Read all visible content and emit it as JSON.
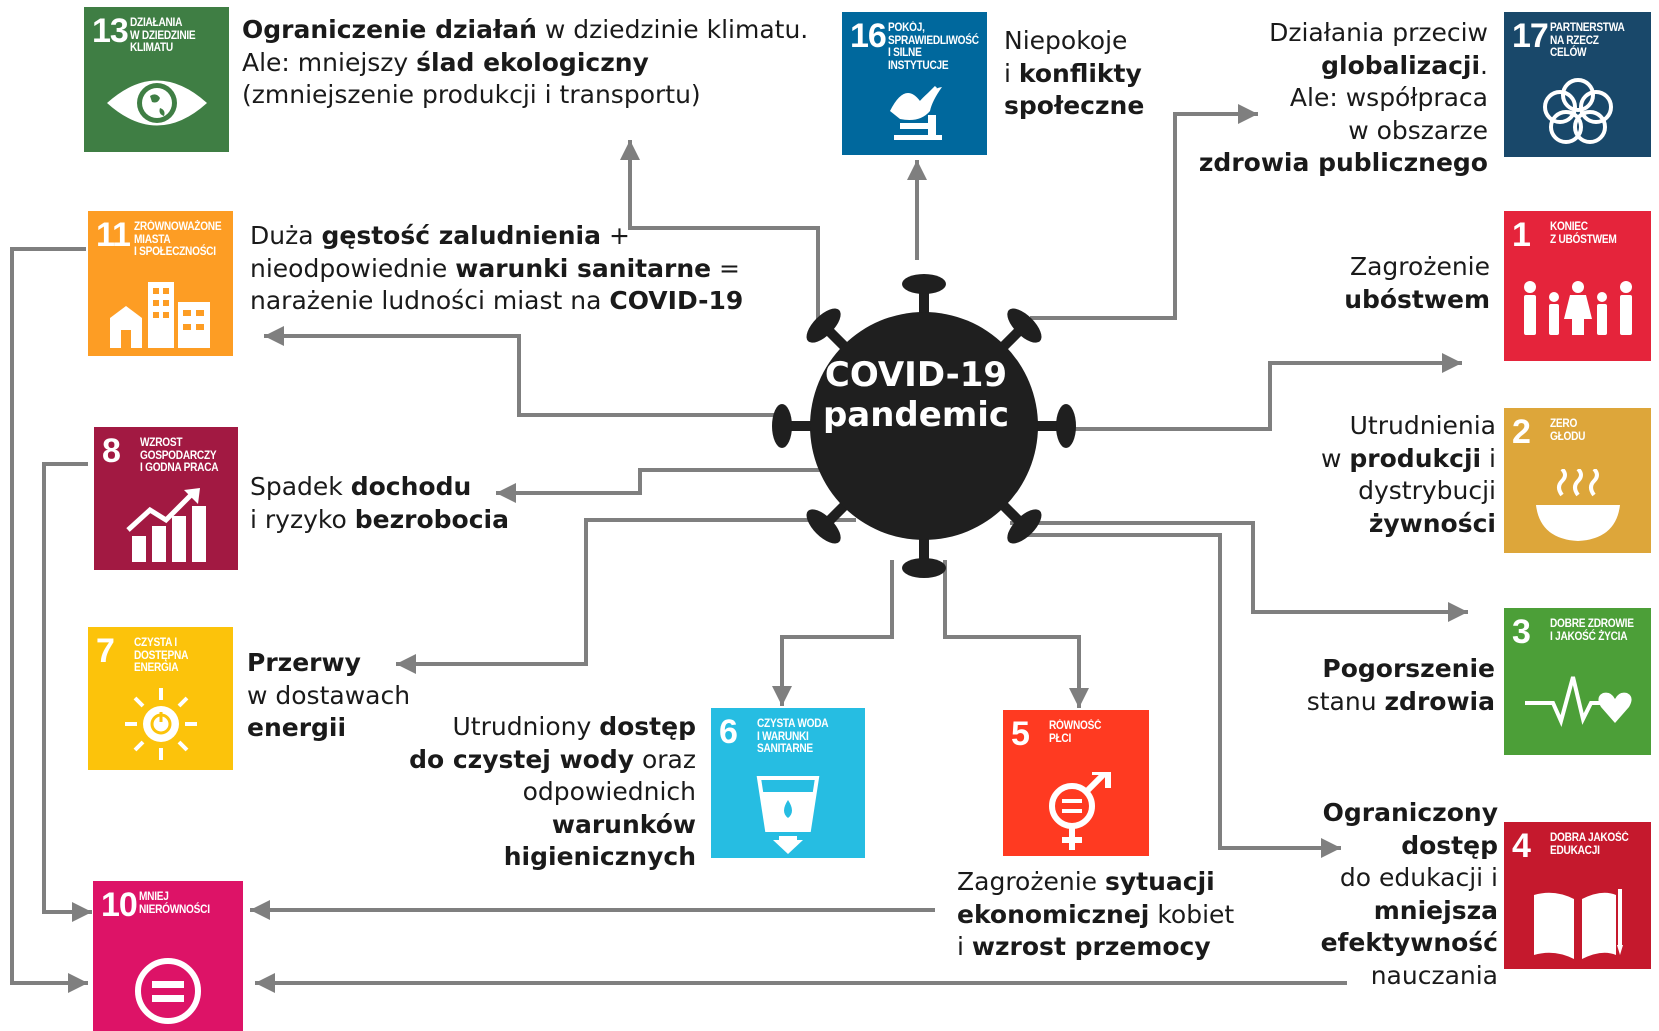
{
  "center": {
    "line1": "COVID-19",
    "line2": "pandemic"
  },
  "colors": {
    "sdg13": "#3f7e44",
    "sdg16": "#00689d",
    "sdg17": "#19486a",
    "sdg11": "#fd9d24",
    "sdg1": "#e5243b",
    "sdg8": "#a21942",
    "sdg2": "#dda63a",
    "sdg7": "#fcc30b",
    "sdg6": "#26bde2",
    "sdg5": "#ff3a21",
    "sdg3": "#4c9f38",
    "sdg10": "#dd1367",
    "sdg4": "#c5192d",
    "virus": "#1f1f1f",
    "arrow": "#7f7f7f"
  },
  "sdgs": {
    "s13": {
      "num": "13",
      "title": "DZIAŁANIA\nW DZIEDZINIE\nKLIMATU",
      "icon": "eye-earth-icon"
    },
    "s16": {
      "num": "16",
      "title": "POKÓJ,\nSPRAWIEDLIWOŚĆ\nI SILNE INSTYTUCJE",
      "icon": "dove-gavel-icon"
    },
    "s17": {
      "num": "17",
      "title": "PARTNERSTWA\nNA RZECZ CELÓW",
      "icon": "rings-icon"
    },
    "s11": {
      "num": "11",
      "title": "ZRÓWNOWAŻONE\nMIASTA\nI SPOŁECZNOŚCI",
      "icon": "city-icon"
    },
    "s1": {
      "num": "1",
      "title": "KONIEC\nZ UBÓSTWEM",
      "icon": "family-icon"
    },
    "s8": {
      "num": "8",
      "title": "WZROST\nGOSPODARCZY\nI GODNA PRACA",
      "icon": "growth-chart-icon"
    },
    "s2": {
      "num": "2",
      "title": "ZERO\nGŁODU",
      "icon": "bowl-icon"
    },
    "s7": {
      "num": "7",
      "title": "CZYSTA I DOSTĘPNA\nENERGIA",
      "icon": "sun-power-icon"
    },
    "s6": {
      "num": "6",
      "title": "CZYSTA WODA\nI WARUNKI\nSANITARNE",
      "icon": "water-glass-icon"
    },
    "s5": {
      "num": "5",
      "title": "RÓWNOŚĆ\nPŁCI",
      "icon": "gender-equality-icon"
    },
    "s3": {
      "num": "3",
      "title": "DOBRE ZDROWIE\nI JAKOŚĆ ŻYCIA",
      "icon": "heartbeat-icon"
    },
    "s10": {
      "num": "10",
      "title": "MNIEJ\nNIERÓWNOŚCI",
      "icon": "equals-circle-icon"
    },
    "s4": {
      "num": "4",
      "title": "DOBRA JAKOŚĆ\nEDUKACJI",
      "icon": "book-icon"
    }
  },
  "impacts": {
    "climate": {
      "l1a": "Ograniczenie działań",
      "l1b": " w dziedzinie klimatu.",
      "l2a": "Ale: mniejszy ",
      "l2b": "ślad ekologiczny",
      "l3": "(zmniejszenie produkcji i transportu)"
    },
    "peace": {
      "l1": "Niepokoje",
      "l2a": "i ",
      "l2b": "konflikty",
      "l3": "społeczne"
    },
    "partners": {
      "l1": "Działania przeciw",
      "l2a": "globalizacji",
      "l2b": ".",
      "l3": "Ale: współpraca",
      "l4": "w obszarze",
      "l5": "zdrowia publicznego"
    },
    "cities": {
      "l1a": "Duża ",
      "l1b": "gęstość zaludnienia",
      "l1c": " +",
      "l2a": "nieodpowiednie ",
      "l2b": "warunki sanitarne",
      "l2c": " =",
      "l3a": "narażenie ludności miast na ",
      "l3b": "COVID-19"
    },
    "poverty": {
      "l1": "Zagrożenie",
      "l2": "ubóstwem"
    },
    "income": {
      "l1a": "Spadek ",
      "l1b": "dochodu",
      "l2a": "i ryzyko ",
      "l2b": "bezrobocia"
    },
    "food": {
      "l1": "Utrudnienia",
      "l2a": "w ",
      "l2b": "produkcji",
      "l2c": " i",
      "l3": "dystrybucji",
      "l4": "żywności"
    },
    "energy": {
      "l1": "Przerwy",
      "l2": "w dostawach",
      "l3": "energii"
    },
    "water": {
      "l1a": "Utrudniony ",
      "l1b": "dostęp",
      "l2a": "do czystej wody",
      "l2b": " oraz",
      "l3": "odpowiednich",
      "l4": "warunków",
      "l5": "higienicznych"
    },
    "gender": {
      "l1a": "Zagrożenie ",
      "l1b": "sytuacji",
      "l2a": "ekonomicznej",
      "l2b": " kobiet",
      "l3a": "i ",
      "l3b": "wzrost przemocy"
    },
    "health": {
      "l1": "Pogorszenie",
      "l2a": "stanu ",
      "l2b": "zdrowia"
    },
    "education": {
      "l1": "Ograniczony",
      "l2": "dostęp",
      "l3": "do edukacji i",
      "l4": "mniejsza",
      "l5": "efektywność",
      "l6": "nauczania"
    }
  }
}
